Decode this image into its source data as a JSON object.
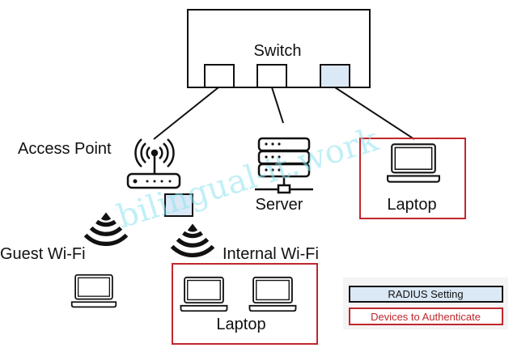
{
  "nodes": {
    "switch": {
      "label": "Switch"
    },
    "access_point": {
      "label": "Access Point"
    },
    "server": {
      "label": "Server"
    },
    "laptop_wired": {
      "label": "Laptop"
    },
    "guest_wifi": {
      "label": "Guest Wi-Fi"
    },
    "internal_wifi": {
      "label": "Internal Wi-Fi"
    },
    "laptop_internal": {
      "label": "Laptop"
    }
  },
  "legend": {
    "radius_setting": "RADIUS Setting",
    "devices_to_authenticate": "Devices to Authenticate"
  },
  "colors": {
    "radius_fill": "#dbe8f5",
    "authenticate_border": "#c0272d",
    "legend_bg": "#f4f4f4"
  },
  "watermark": "bilingual-it.work"
}
